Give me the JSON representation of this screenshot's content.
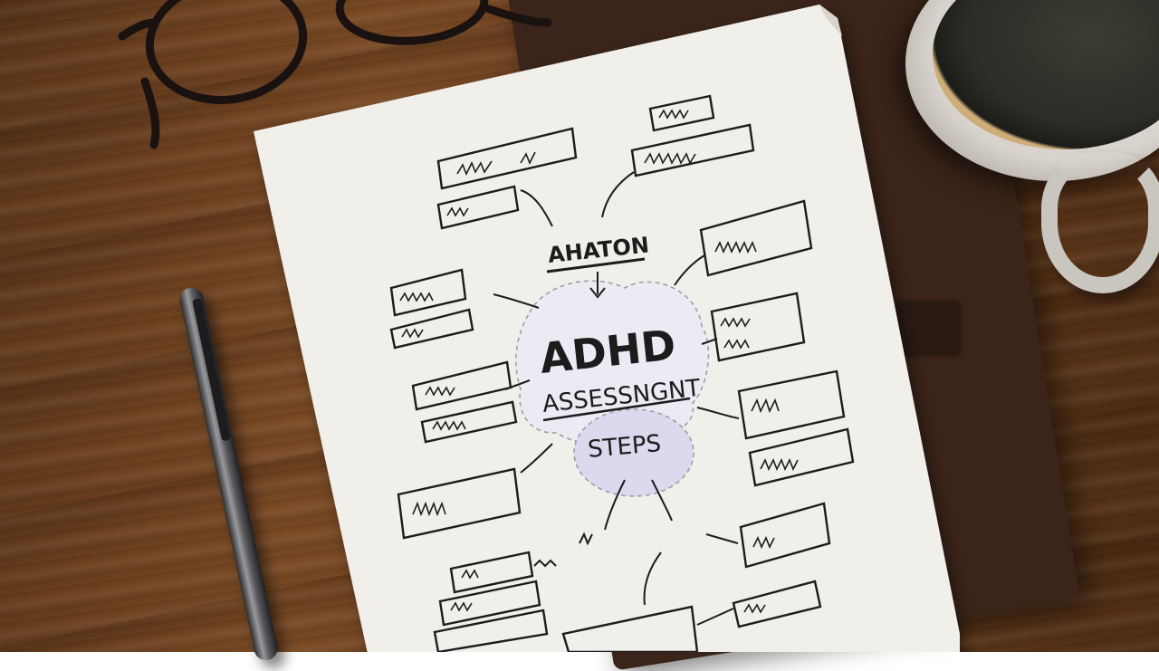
{
  "notebook": {
    "heading": "AHATON",
    "center_title": "ADHD",
    "center_subtitle": "ASSESSNGNT",
    "center_steps": "STEPS"
  }
}
